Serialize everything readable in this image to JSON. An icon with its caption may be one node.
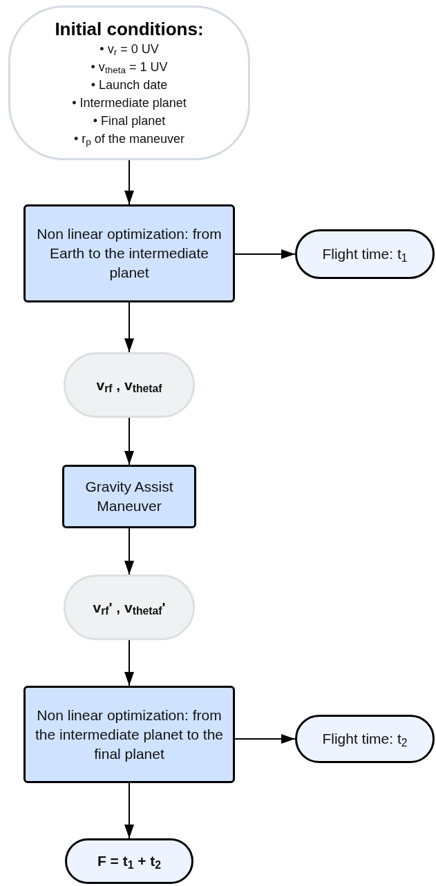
{
  "diagram": {
    "nodes": [
      {
        "text": [
          "Initial conditions:",
          "• v$_{r}$ = 0 UV",
          "• v$_{theta}$ = 1 UV",
          "• Launch date",
          "• Intermediate planet",
          "• Final planet",
          "• r$_{p}$ of the maneuver"
        ]
      },
      {
        "text": [
          "Non linear optimization: from Earth to the intermediate planet"
        ]
      },
      {
        "text": [
          "Flight time: t$_{1}$"
        ]
      },
      {
        "text": [
          "v$_{rf}$ ,  v$_{thetaf}$"
        ]
      },
      {
        "text": [
          "Gravity Assist Maneuver"
        ]
      },
      {
        "text": [
          "v$_{rf}$' ,  v$_{thetaf}$'"
        ]
      },
      {
        "text": [
          "Non linear optimization: from the intermediate planet to the final planet"
        ]
      },
      {
        "text": [
          "Flight time: t$_{2}$"
        ]
      },
      {
        "text": [
          "F = t$_{1}$ + t$_{2}$"
        ]
      }
    ],
    "edges": [
      {
        "from": 0,
        "to": 1,
        "arrow": "to"
      },
      {
        "from": 1,
        "to": 2,
        "arrow": "to"
      },
      {
        "from": 1,
        "to": 3,
        "arrow": "to"
      },
      {
        "from": 3,
        "to": 4,
        "arrow": "to"
      },
      {
        "from": 4,
        "to": 5,
        "arrow": "to"
      },
      {
        "from": 5,
        "to": 6,
        "arrow": "to"
      },
      {
        "from": 6,
        "to": 7,
        "arrow": "to"
      },
      {
        "from": 6,
        "to": 8,
        "arrow": "to"
      }
    ]
  }
}
